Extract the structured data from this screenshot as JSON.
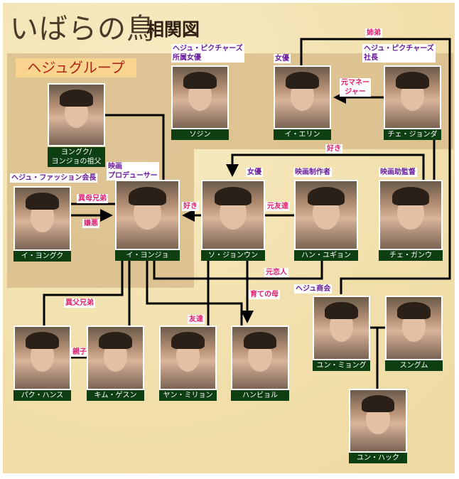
{
  "title": "いばらの鳥",
  "subtitle": "相関図",
  "group_label": "ヘジュグループ",
  "colors": {
    "name_bar": "#0d3f12",
    "role_text": "#6a1c9a",
    "relation_text": "#e01c6c",
    "group_panel": "#d9bd8c",
    "background": "#f1dfab"
  },
  "characters": [
    {
      "id": "grandfather",
      "name": "ヨングク/\nヨンジョの祖父",
      "role": ""
    },
    {
      "id": "sojin",
      "name": "ソジン",
      "role": "ヘジュ・ピクチャーズ\n所属女優"
    },
    {
      "id": "erin",
      "name": "イ・エリン",
      "role": "女優"
    },
    {
      "id": "jeongda",
      "name": "チェ・ジョンダ",
      "role": "ヘジュ・ピクチャーズ\n社長"
    },
    {
      "id": "younggook",
      "name": "イ・ヨングク",
      "role": "ヘジュ・ファッション会長"
    },
    {
      "id": "youngjo",
      "name": "イ・ヨンジョ",
      "role": "映画\nプロデューサー"
    },
    {
      "id": "jeongeun",
      "name": "ソ・ジョンウン",
      "role": "女優"
    },
    {
      "id": "yugyeong",
      "name": "ハン・ユギョン",
      "role": "映画制作者"
    },
    {
      "id": "gangwoo",
      "name": "チェ・ガンウ",
      "role": "映画助監督"
    },
    {
      "id": "hansu",
      "name": "パク・ハンス",
      "role": ""
    },
    {
      "id": "gyesun",
      "name": "キム・ゲスン",
      "role": ""
    },
    {
      "id": "mirion",
      "name": "ヤン・ミリョン",
      "role": ""
    },
    {
      "id": "hanbyeol",
      "name": "ハンビョル",
      "role": ""
    },
    {
      "id": "myeonggu",
      "name": "ユン・ミョング",
      "role": "ヘジュ商会"
    },
    {
      "id": "sunggeum",
      "name": "スングム",
      "role": ""
    },
    {
      "id": "hak",
      "name": "ユン・ハック",
      "role": ""
    }
  ],
  "relations": [
    {
      "id": "siblings",
      "label": "姉弟"
    },
    {
      "id": "ex-manager",
      "label": "元マネー\nジャー"
    },
    {
      "id": "likes-top",
      "label": "好き"
    },
    {
      "id": "half-brothers-mother",
      "label": "異母兄弟"
    },
    {
      "id": "hatred",
      "label": "嫌悪"
    },
    {
      "id": "likes",
      "label": "好き"
    },
    {
      "id": "ex-friends",
      "label": "元友達"
    },
    {
      "id": "ex-lovers",
      "label": "元恋人"
    },
    {
      "id": "foster-mother",
      "label": "育ての母"
    },
    {
      "id": "half-brothers-father",
      "label": "異父兄弟"
    },
    {
      "id": "friends",
      "label": "友達"
    },
    {
      "id": "parent-child",
      "label": "親子"
    }
  ]
}
